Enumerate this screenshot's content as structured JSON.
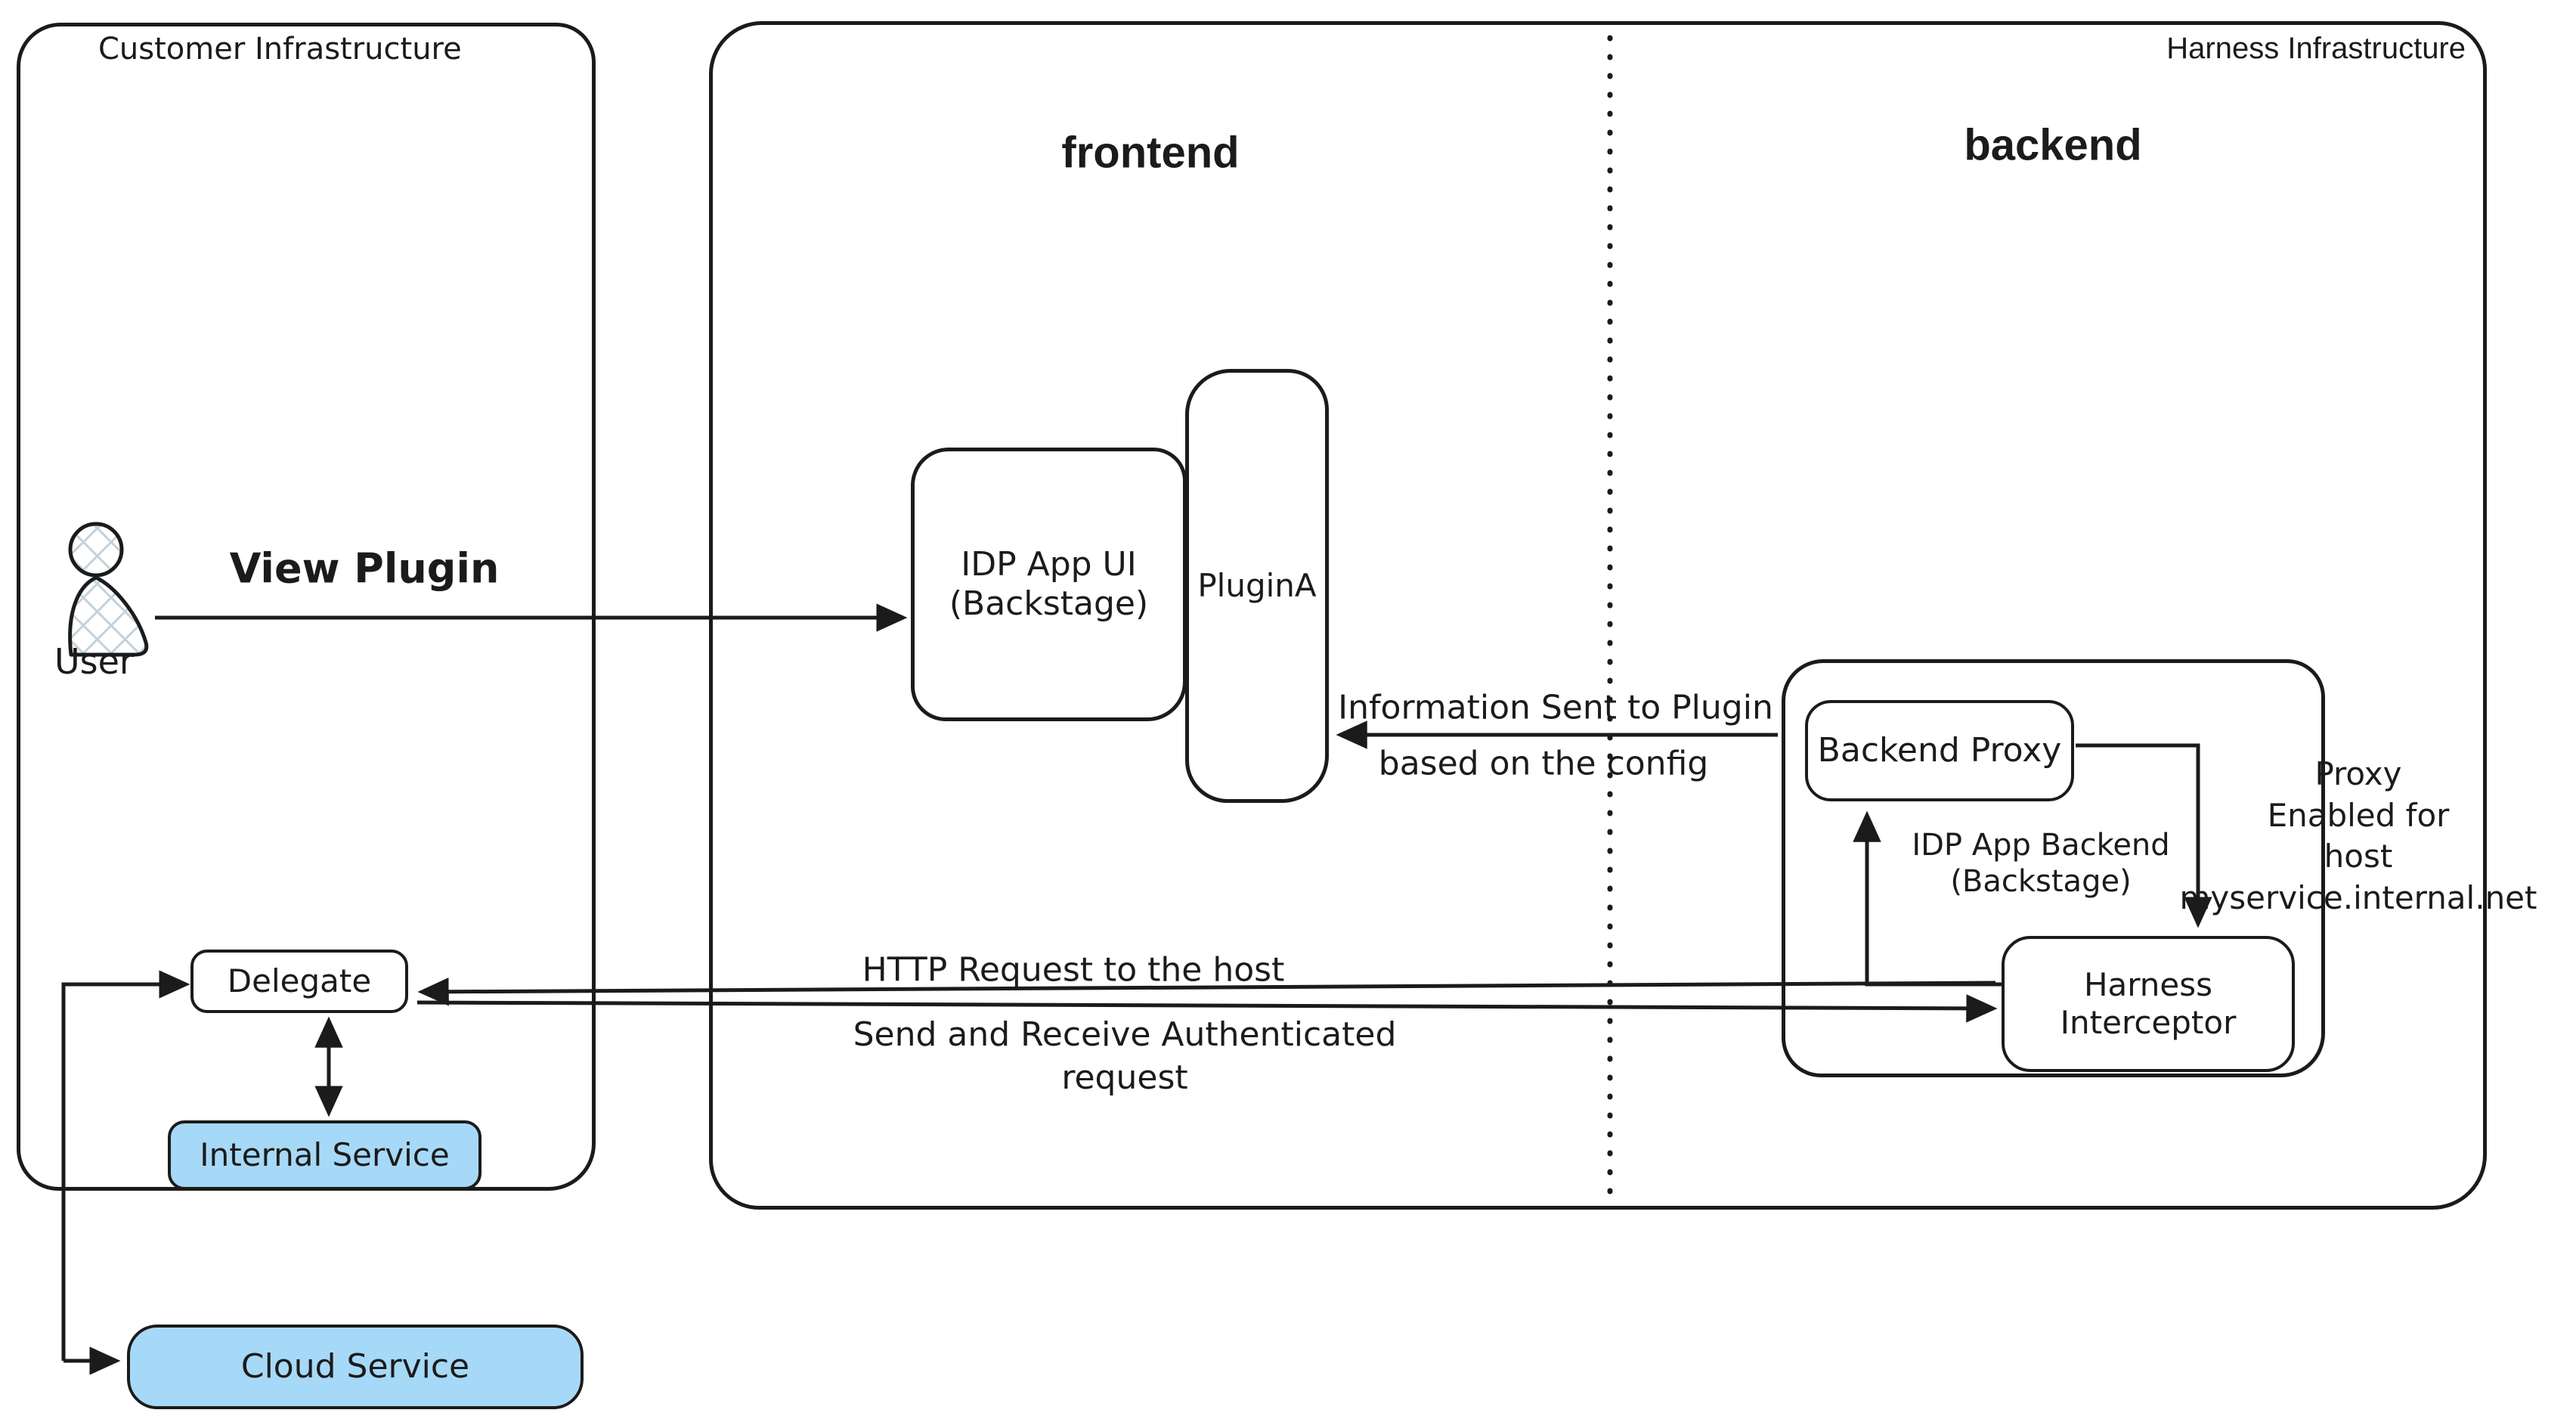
{
  "diagram": {
    "background": "#ffffff",
    "stroke_color": "#1b1b1b",
    "service_fill": "#a6d9f7",
    "customer": {
      "title": "Customer Infrastructure",
      "user_label": "User",
      "view_plugin_label": "View Plugin",
      "delegate_label": "Delegate",
      "internal_service_label": "Internal Service",
      "cloud_service_label": "Cloud Service"
    },
    "harness": {
      "title": "Harness Infrastructure",
      "frontend_label": "frontend",
      "backend_label": "backend",
      "idp_app_ui_label": "IDP App UI\n(Backstage)",
      "plugin_a_label": "PluginA",
      "backend_proxy_label": "Backend Proxy",
      "idp_app_backend_label": "IDP App Backend\n(Backstage)",
      "harness_interceptor_label": "Harness\nInterceptor",
      "proxy_enabled_note": "Proxy\nEnabled for\nhost myservice.internal.net"
    },
    "edges": {
      "info_sent_line1": "Information Sent to Plugin",
      "info_sent_line2": "based on the config",
      "http_request_label": "HTTP Request to the host",
      "send_receive_label": "Send and Receive Authenticated\nrequest"
    }
  }
}
